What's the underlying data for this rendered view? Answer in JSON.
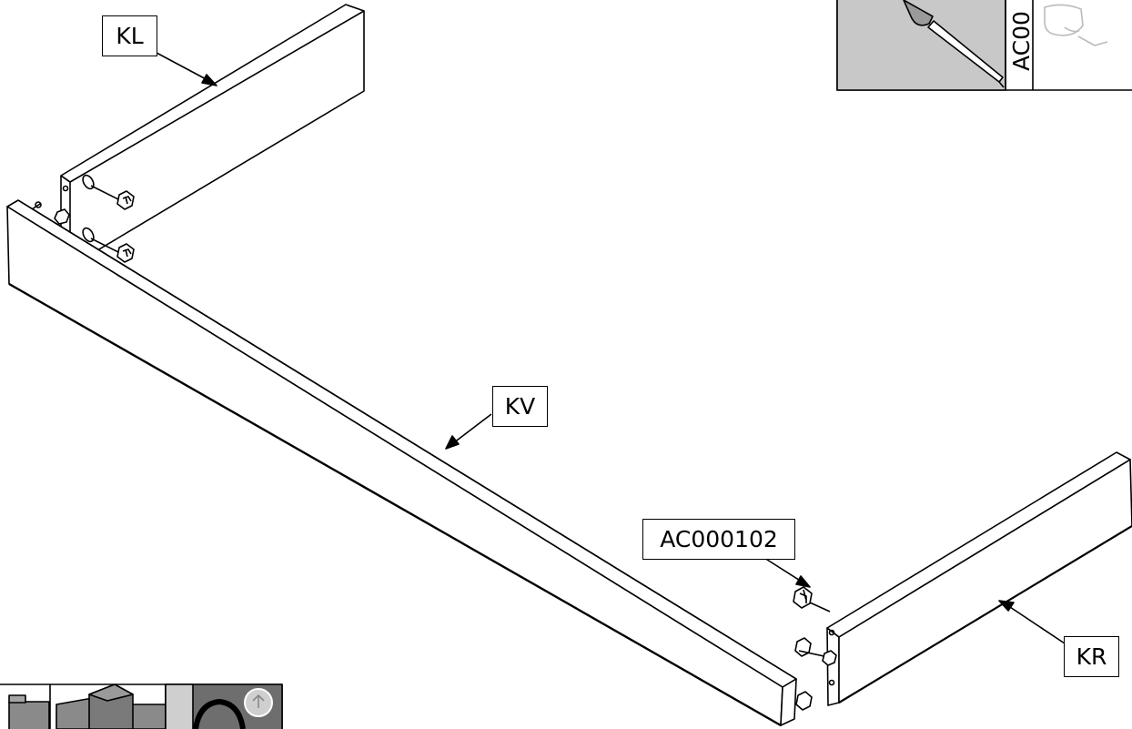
{
  "parts": {
    "left_side": "KL",
    "front": "KV",
    "right_side": "KR"
  },
  "hardware": {
    "cam_code": "AC000102",
    "inset_code_partial": "AC00"
  },
  "inset_top_right": {
    "tool_icon": "screwdriver-icon",
    "part_icon": "cam-fitting-icon"
  },
  "inset_bottom_left": {
    "icons": [
      "panel-icon",
      "panel-joint-icon",
      "cam-lock-icon"
    ]
  },
  "colors": {
    "line": "#000000",
    "inset_gray": "#c8c8c8",
    "inset_dark": "#6e6e6e"
  }
}
